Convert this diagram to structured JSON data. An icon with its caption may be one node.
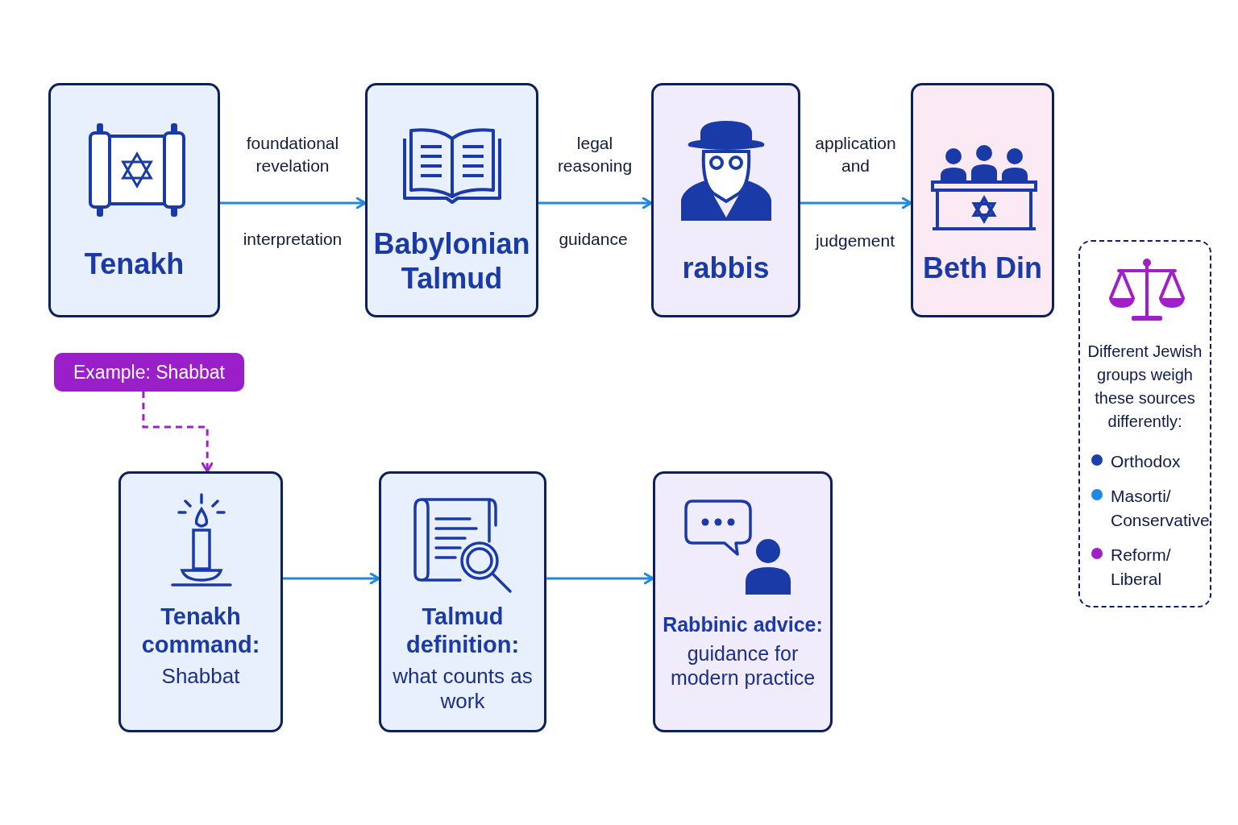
{
  "diagram": {
    "nodes": [
      {
        "text": [
          "Tenakh"
        ]
      },
      {
        "text": [
          "Babylonian Talmud"
        ]
      },
      {
        "text": [
          "rabbis"
        ]
      },
      {
        "text": [
          "Beth Din"
        ]
      },
      {
        "text": [
          "Example: Shabbat"
        ]
      },
      {
        "text": [
          "Tenakh command:",
          "Shabbat"
        ]
      },
      {
        "text": [
          "Talmud definition:",
          "what counts as work"
        ]
      },
      {
        "text": [
          "Rabbinic advice:",
          "guidance for modern practice"
        ]
      },
      {
        "text": [
          "Different Jewish groups weigh these sources differently:"
        ]
      }
    ],
    "edges": [
      {
        "from": 0,
        "to": 1,
        "arrow": "to",
        "label": "foundational revelation"
      },
      {
        "from": 1,
        "to": 2,
        "arrow": "to",
        "label": "legal reasoning"
      },
      {
        "from": 2,
        "to": 3,
        "arrow": "to",
        "label": "application and"
      },
      {
        "from": 4,
        "to": 5,
        "arrow": "to",
        "style": "dashed",
        "color": "#a020c8"
      },
      {
        "from": 5,
        "to": 6,
        "arrow": "to"
      },
      {
        "from": 6,
        "to": 7,
        "arrow": "to"
      }
    ],
    "labels": [
      "interpretation",
      "guidance",
      "judgement"
    ],
    "legend": [
      {
        "text": "Orthodox",
        "color": "#1a3fae"
      },
      {
        "text": "Masorti/ Conservative",
        "color": "#1e88e5"
      },
      {
        "text": "Reform/ Liberal",
        "color": "#a020c8"
      }
    ]
  }
}
